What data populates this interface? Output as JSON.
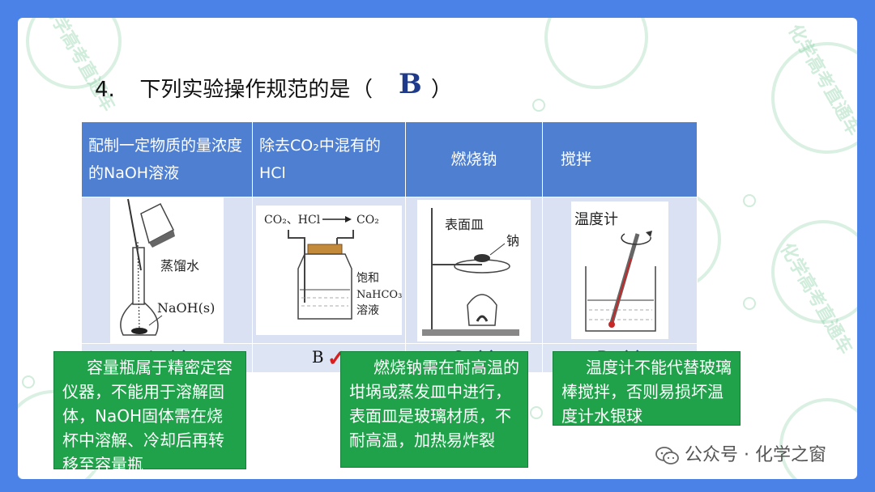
{
  "question": {
    "number": "4.",
    "text": "下列实验操作规范的是",
    "open_paren": "（",
    "answer": "B",
    "close_paren": "）"
  },
  "table": {
    "headers": [
      "配制一定物质的量浓度的NaOH溶液",
      "除去CO₂中混有的HCl",
      "燃烧钠",
      "搅拌"
    ],
    "labels": [
      "A",
      "B",
      "C",
      "D"
    ],
    "figure_a": {
      "water": "蒸馏水",
      "solute": "NaOH(s)"
    },
    "figure_b": {
      "gas_in": "CO₂、HCl",
      "gas_out": "CO₂",
      "sol1": "饱和",
      "sol2": "NaHCO₃",
      "sol3": "溶液"
    },
    "figure_c": {
      "dish": "表面皿",
      "sodium": "钠"
    },
    "figure_d": {
      "thermo": "温度计"
    },
    "marks": [
      "✕",
      "✓",
      "✕",
      "✕"
    ]
  },
  "notes": {
    "a": "容量瓶属于精密定容仪器，不能用于溶解固体，NaOH固体需在烧杯中溶解、冷却后再转移至容量瓶",
    "c": "燃烧钠需在耐高温的坩埚或蒸发皿中进行，表面皿是玻璃材质，不耐高温，加热易炸裂",
    "d": "温度计不能代替玻璃棒搅拌，否则易损坏温度计水银球"
  },
  "footer": "公众号 · 化学之窗",
  "watermark": "化学高考直通车",
  "colors": {
    "frame": "#4a82e8",
    "header": "#4f7fd0",
    "note": "#1fa24a",
    "answer": "#1f3a8a",
    "check": "#d62020",
    "cross": "#1f3fa0"
  }
}
